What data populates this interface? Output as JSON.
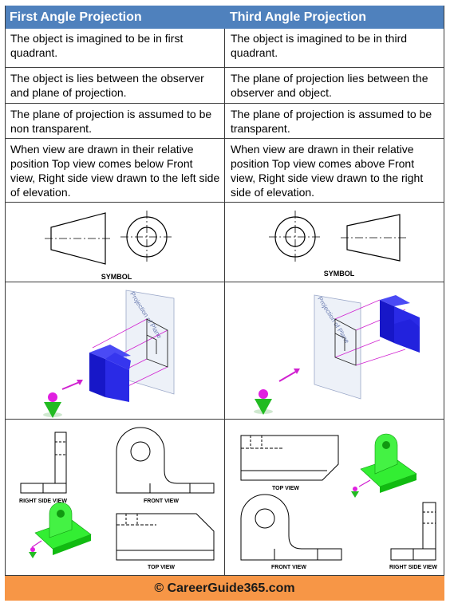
{
  "headers": {
    "first": "First Angle Projection",
    "third": "Third Angle Projection"
  },
  "rows": [
    {
      "first": "The object is imagined to be in first quadrant.",
      "third": "The object is imagined to be in third quadrant."
    },
    {
      "first": "The object is lies between the observer and plane of projection.",
      "third": "The plane of projection lies between the observer and object."
    },
    {
      "first": "The plane of projection is assumed to be non transparent.",
      "third": "The plane of projection is assumed to be transparent."
    },
    {
      "first": "When view are drawn in their relative position Top view comes below Front view, Right side view drawn to the left side of elevation.",
      "third": "When view are drawn in their relative position Top view comes above Front view, Right side view drawn to the right side of elevation."
    }
  ],
  "symbol_label": "SYMBOL",
  "plane_label": "Projection of Plane",
  "views_first": {
    "right_side": "RIGHT SIDE VIEW",
    "front": "FRONT VIEW",
    "top": "TOP VIEW"
  },
  "views_third": {
    "top": "TOP VIEW",
    "front": "FRONT VIEW",
    "right_side": "RIGHT  SIDE VIEW"
  },
  "footer": "© CareerGuide365.com",
  "colors": {
    "header": "#4f81bd",
    "footer": "#f79646",
    "object": "#1f1fd6",
    "green": "#22dd22",
    "magenta": "#e020e0"
  }
}
